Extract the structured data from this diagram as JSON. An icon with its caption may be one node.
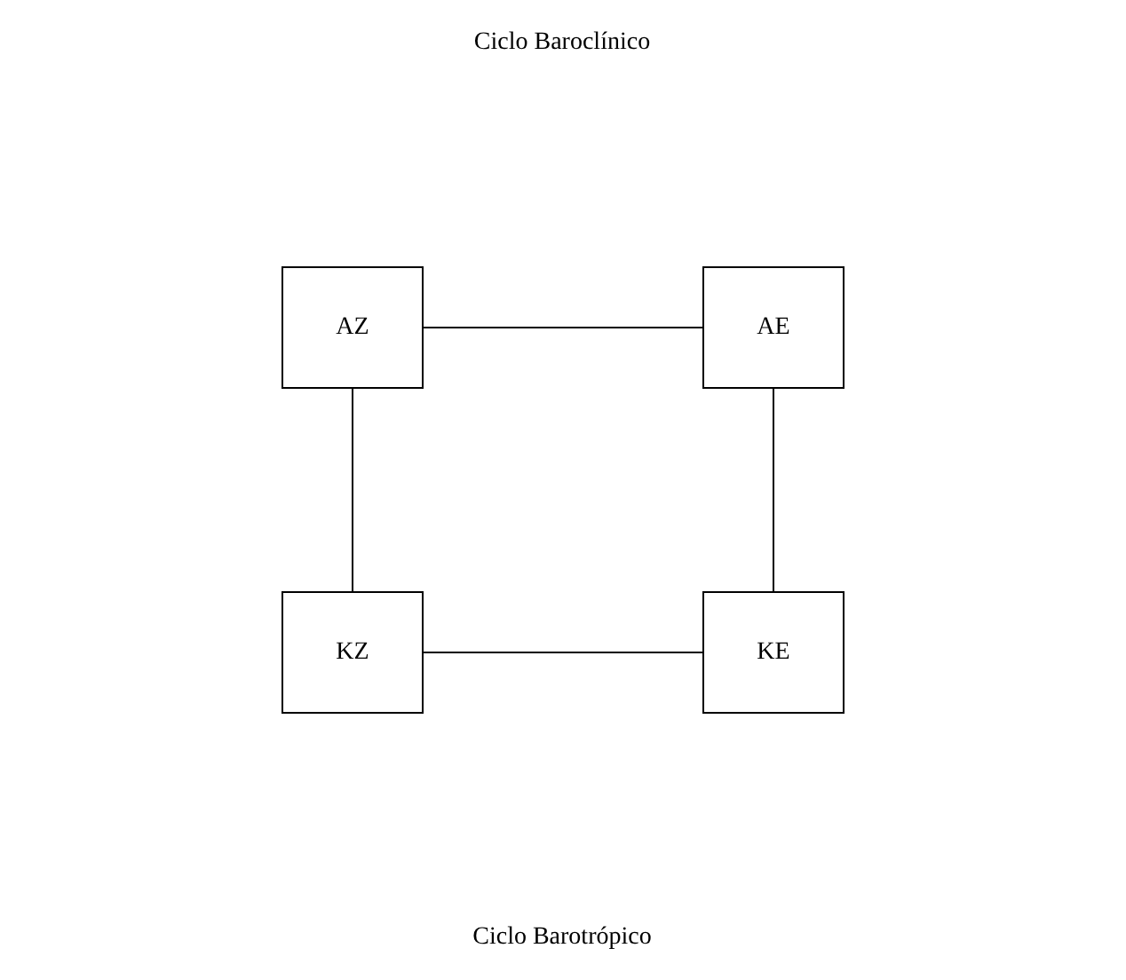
{
  "diagram": {
    "nodes": [
      {
        "text": [
          "AZ"
        ]
      },
      {
        "text": [
          "AE"
        ]
      },
      {
        "text": [
          "KZ"
        ]
      },
      {
        "text": [
          "KE"
        ]
      }
    ],
    "edges": [
      {
        "from": 0,
        "to": 1,
        "arrow": "none"
      },
      {
        "from": 0,
        "to": 2,
        "arrow": "none"
      },
      {
        "from": 1,
        "to": 3,
        "arrow": "none"
      },
      {
        "from": 2,
        "to": 3,
        "arrow": "none"
      }
    ],
    "labels": [
      "Ciclo Baroclínico",
      "Ciclo Barotrópico"
    ]
  }
}
